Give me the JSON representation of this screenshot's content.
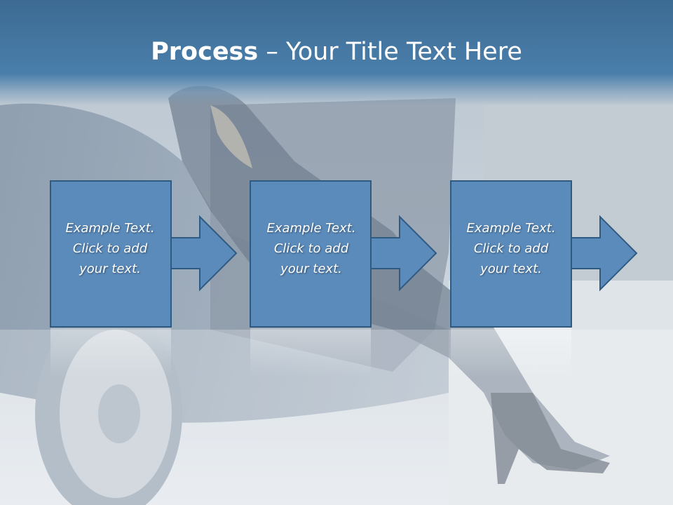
{
  "title": {
    "bold": "Process",
    "rest": " – Your Title Text Here"
  },
  "steps": [
    {
      "line1": "Example Text.",
      "line2": "Click  to add",
      "line3": "your text."
    },
    {
      "line1": "Example Text.",
      "line2": "Click  to add",
      "line3": "your text."
    },
    {
      "line1": "Example Text.",
      "line2": "Click  to add",
      "line3": "your text."
    }
  ],
  "colors": {
    "title_band": "#4a7fab",
    "box_fill": "#5b8bbb",
    "box_border": "#2f5a82",
    "arrow_fill": "#5b8bbb"
  }
}
